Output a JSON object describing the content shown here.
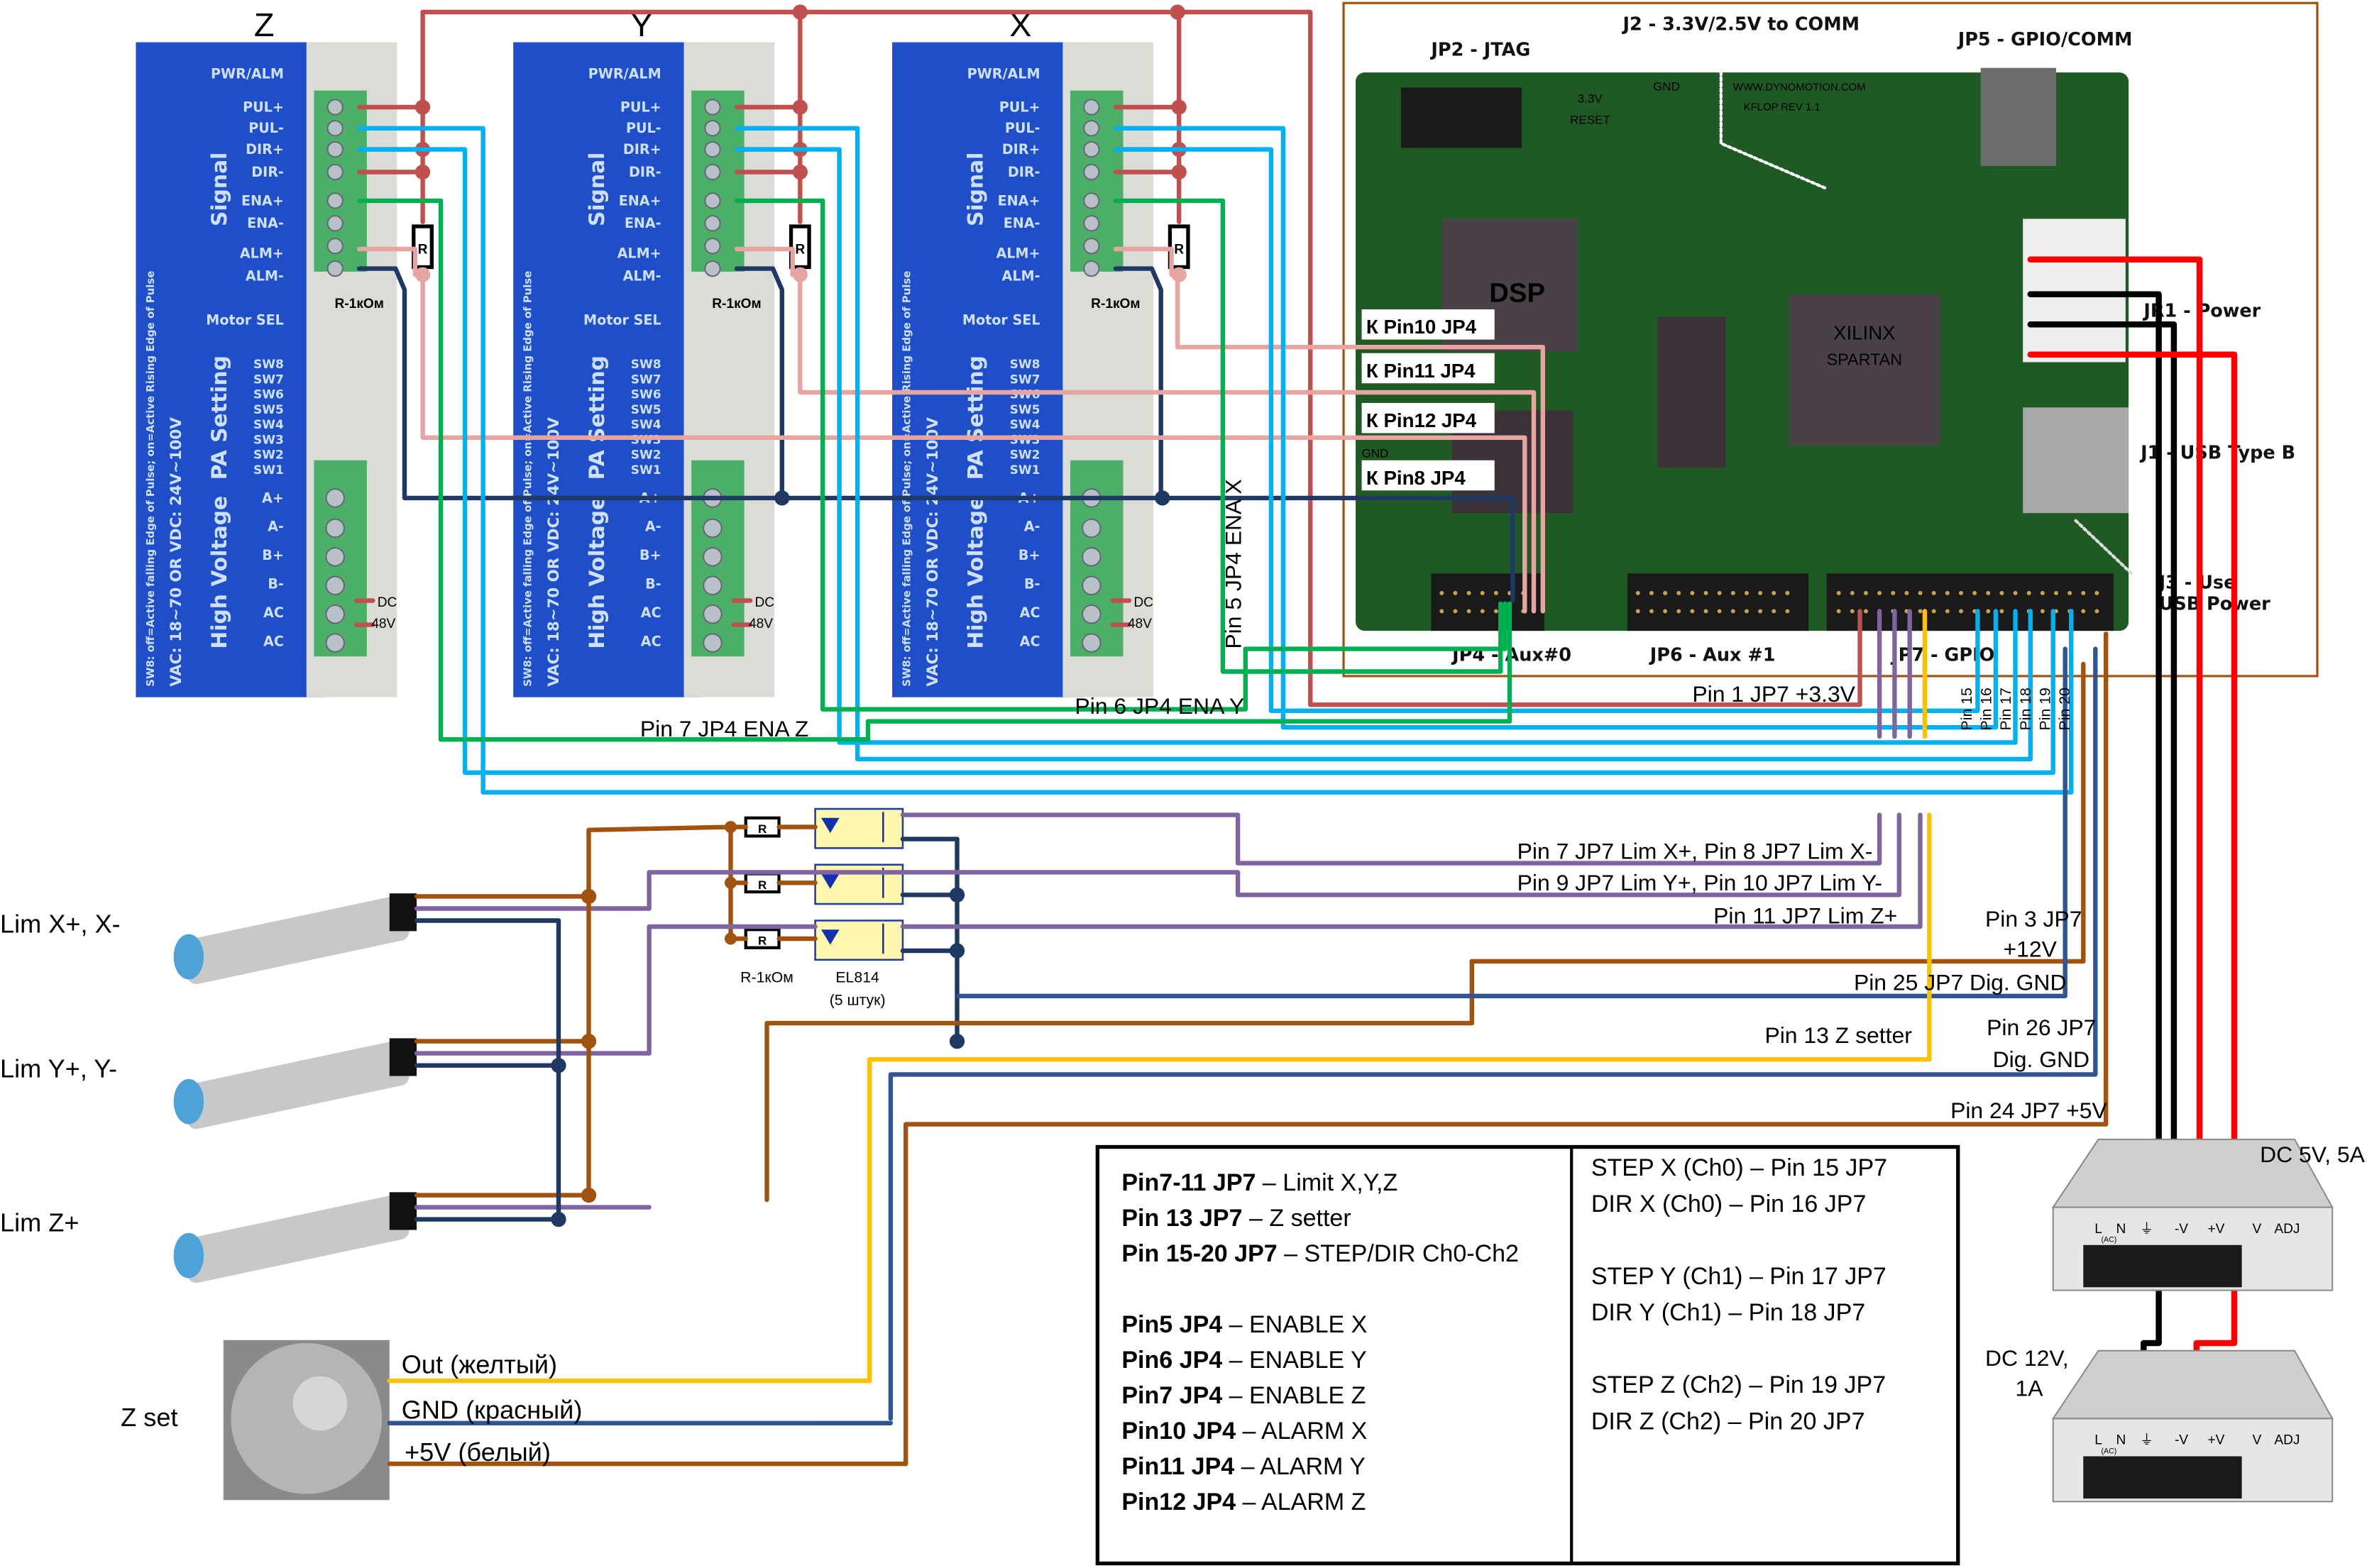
{
  "axes": {
    "z": "Z",
    "y": "Y",
    "x": "X"
  },
  "driver": {
    "pins_signal": [
      "PWR/ALM",
      "PUL+",
      "PUL-",
      "DIR+",
      "DIR-",
      "ENA+",
      "ENA-",
      "ALM+",
      "ALM-"
    ],
    "signal_title": "Signal",
    "motor_sel": "Motor SEL",
    "pa_title": "PA Setting",
    "sw": [
      "SW8",
      "SW7",
      "SW6",
      "SW5",
      "SW4",
      "SW3",
      "SW2",
      "SW1"
    ],
    "hv_title": "High Voltage",
    "hv_pins": [
      "A+",
      "A-",
      "B+",
      "B-",
      "AC",
      "AC"
    ],
    "vac_text": "VAC: 18~70 OR VDC: 24V~100V",
    "sw8_text": "SW8: off=Active falling Edge of Pulse; on=Active Rising Edge of Pulse",
    "resistor": "R",
    "resistor_value": "R-1кОм",
    "dc_label": "DC",
    "v48_label": "48V"
  },
  "board": {
    "jp2": "JP2 - JTAG",
    "j2": "J2 - 3.3V/2.5V to COMM",
    "jp5": "JP5 - GPIO/COMM",
    "jr1": "JR1 - Power",
    "j1": "J1 - USB Type B",
    "j3_line1": "J3 - Use",
    "j3_line2": "USB Power",
    "jp4": "JP4 - Aux#0",
    "jp6": "JP6 - Aux #1",
    "jp7": "JP7 - GPIO",
    "silk_url": "WWW.DYNOMOTION.COM",
    "silk_rev": "KFLOP  REV  1.1",
    "silk_dsp": "DSP",
    "silk_xilinx": "XILINX",
    "silk_spartan": "SPARTAN",
    "silk_33v": "3.3V",
    "silk_reset": "RESET",
    "silk_gnd": "GND",
    "tags": [
      "К Pin10 JP4",
      "К Pin11 JP4",
      "К Pin12 JP4",
      "К Pin8 JP4"
    ]
  },
  "wire_labels": {
    "ena_x": "Pin 5 JP4 ENA X",
    "ena_y": "Pin 6 JP4 ENA Y",
    "ena_z": "Pin 7 JP4 ENA Z",
    "pin1": "Pin 1 JP7 +3.3V",
    "step_pins": [
      "Pin 15",
      "Pin 16",
      "Pin 17",
      "Pin 18",
      "Pin 19",
      "Pin 20"
    ],
    "lim_x": "Pin 7 JP7 Lim X+, Pin 8 JP7 Lim X-",
    "lim_y": "Pin 9 JP7 Lim Y+, Pin 10 JP7 Lim Y-",
    "lim_z": "Pin 11 JP7 Lim Z+",
    "pin3_1": "Pin 3 JP7",
    "pin3_2": "+12V",
    "pin25": "Pin 25 JP7 Dig. GND",
    "pin13": "Pin 13 Z setter",
    "pin26_1": "Pin 26 JP7",
    "pin26_2": "Dig. GND",
    "pin24": "Pin 24 JP7 +5V"
  },
  "opto": {
    "resistor": "R",
    "resistor_value": "R-1кОм",
    "part": "EL814",
    "count": "(5 штук)"
  },
  "sensors": [
    {
      "label": "Lim X+, X-"
    },
    {
      "label": "Lim Y+, Y-"
    },
    {
      "label": "Lim Z+"
    }
  ],
  "zset": {
    "label": "Z set",
    "out": "Out (желтый)",
    "gnd": "GND (красный)",
    "v5": "+5V (белый)"
  },
  "psu": {
    "top_label": "DC 5V, 5A",
    "bottom_label_1": "DC 12V,",
    "bottom_label_2": "1A",
    "terminals": [
      "L",
      "N",
      "(AC)",
      "⏚",
      "-V",
      "+V",
      "V",
      "ADJ"
    ]
  },
  "legend": {
    "left": [
      {
        "bold": "Pin7-11 JP7",
        "text": " – Limit X,Y,Z"
      },
      {
        "bold": "Pin 13 JP7",
        "text": " – Z setter"
      },
      {
        "bold": "Pin 15-20 JP7",
        "text": " – STEP/DIR Ch0-Ch2"
      },
      {
        "bold": "",
        "text": ""
      },
      {
        "bold": "Pin5 JP4",
        "text": " – ENABLE X"
      },
      {
        "bold": "Pin6 JP4",
        "text": " – ENABLE Y"
      },
      {
        "bold": "Pin7 JP4",
        "text": " – ENABLE Z"
      },
      {
        "bold": "Pin10 JP4",
        "text": " – ALARM X"
      },
      {
        "bold": "Pin11 JP4",
        "text": " – ALARM Y"
      },
      {
        "bold": "Pin12 JP4",
        "text": " – ALARM Z"
      }
    ],
    "right": [
      "STEP X (Ch0) – Pin 15 JP7",
      "DIR X (Ch0) – Pin 16 JP7",
      "",
      "STEP Y (Ch1) – Pin 17 JP7",
      "DIR Y (Ch1) – Pin 18 JP7",
      "",
      "STEP Z (Ch2) – Pin 19 JP7",
      "DIR Z (Ch2) – Pin 20 JP7"
    ]
  },
  "colors": {
    "wire_red": "#c0504d",
    "wire_pink": "#e6a5a0",
    "wire_blue": "#00b0f0",
    "wire_green": "#00b050",
    "wire_navy": "#1f3864",
    "wire_purple": "#8064a2",
    "wire_brown": "#a0520e",
    "wire_yellow": "#ffc000",
    "wire_darkblue": "#2f5597",
    "power_red": "#ff0000",
    "power_black": "#000000",
    "driver_blue": "#1f4fc8",
    "terminal_green": "#4caf68",
    "pcb_green": "#1f5a25",
    "board_frame": "#a0520e"
  }
}
